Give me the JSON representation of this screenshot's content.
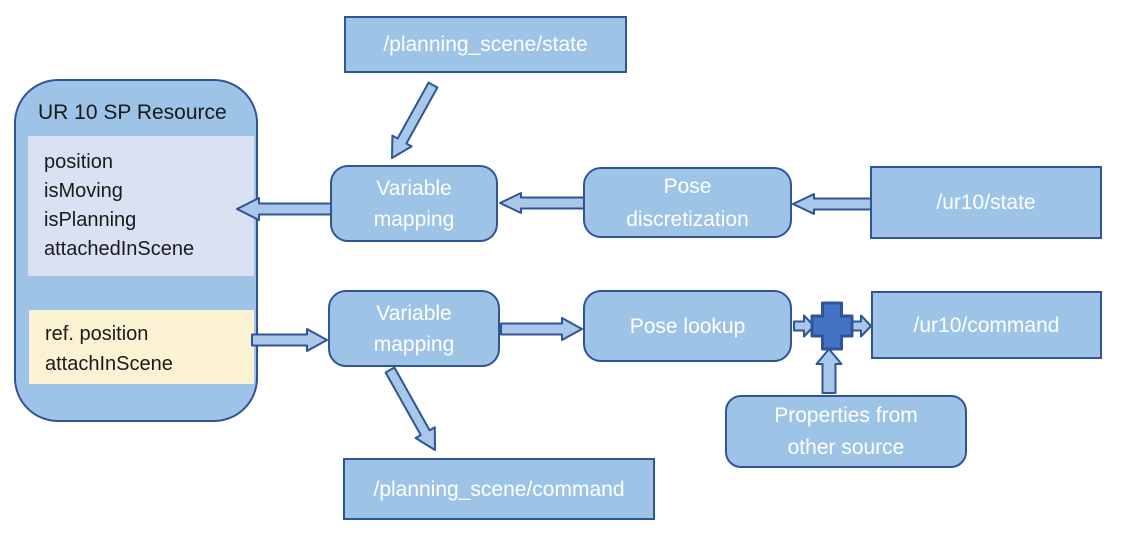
{
  "diagram": {
    "resource": {
      "title": "UR 10 SP Resource",
      "state_variables": [
        "position",
        "isMoving",
        "isPlanning",
        "attachedInScene"
      ],
      "command_variables": [
        "ref. position",
        "attachInScene"
      ]
    },
    "nodes": {
      "planning_scene_state": {
        "label": "/planning_scene/state"
      },
      "variable_mapping_state": {
        "line1": "Variable",
        "line2": "mapping"
      },
      "pose_discretization": {
        "line1": "Pose",
        "line2": "discretization"
      },
      "ur10_state": {
        "label": "/ur10/state"
      },
      "variable_mapping_command": {
        "line1": "Variable",
        "line2": "mapping"
      },
      "pose_lookup": {
        "label": "Pose lookup"
      },
      "merge_plus_icon": {
        "name": "plus-merge-icon"
      },
      "ur10_command": {
        "label": "/ur10/command"
      },
      "properties_other_source": {
        "line1": "Properties from",
        "line2": "other source"
      },
      "planning_scene_command": {
        "label": "/planning_scene/command"
      }
    },
    "colors": {
      "node_fill": "#9DC3E6",
      "node_border": "#2F5597",
      "node_text": "#FFFFFF",
      "state_vars_fill": "#D9E1F3",
      "command_vars_fill": "#FBF1D3",
      "vars_text": "#1A1A1A",
      "arrow_fill": "#A9C7E9",
      "plus_fill": "#4472C4",
      "background": "#FFFFFF"
    }
  }
}
